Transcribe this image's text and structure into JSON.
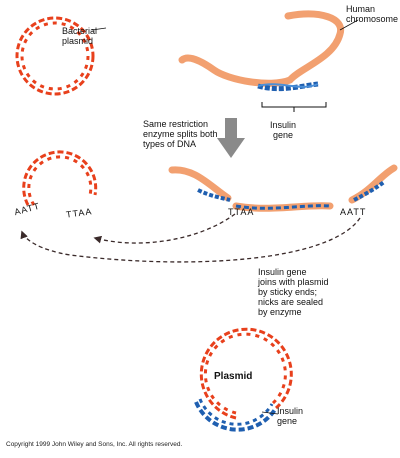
{
  "labels": {
    "bacterial_plasmid": [
      "Bacterial",
      "plasmid"
    ],
    "human_chromosome": [
      "Human",
      "chromosome"
    ],
    "insulin_gene": [
      "Insulin",
      "gene"
    ],
    "restriction": [
      "Same restriction",
      "enzyme splits both",
      "types of DNA"
    ],
    "joins": [
      "Insulin gene",
      "joins with plasmid",
      "by sticky ends;",
      "nicks are sealed",
      "by enzyme"
    ],
    "plasmid": "Plasmid",
    "insulin_gene_bottom": [
      "Insulin",
      "gene"
    ],
    "copyright": "Copyright 1999 John Wiley and Sons, Inc. All rights reserved."
  },
  "sticky_ends": {
    "plasmid_left": "AATT",
    "plasmid_right": "TTAA",
    "gene_left": "TTAA",
    "gene_right": "AATT"
  },
  "colors": {
    "plasmid_dna": "#e8401c",
    "insulin_dna": "#1f5fb0",
    "chromosome": "#f2a070",
    "arrow": "#8a8a8a",
    "dashed_arrow": "#3a2a2a"
  }
}
